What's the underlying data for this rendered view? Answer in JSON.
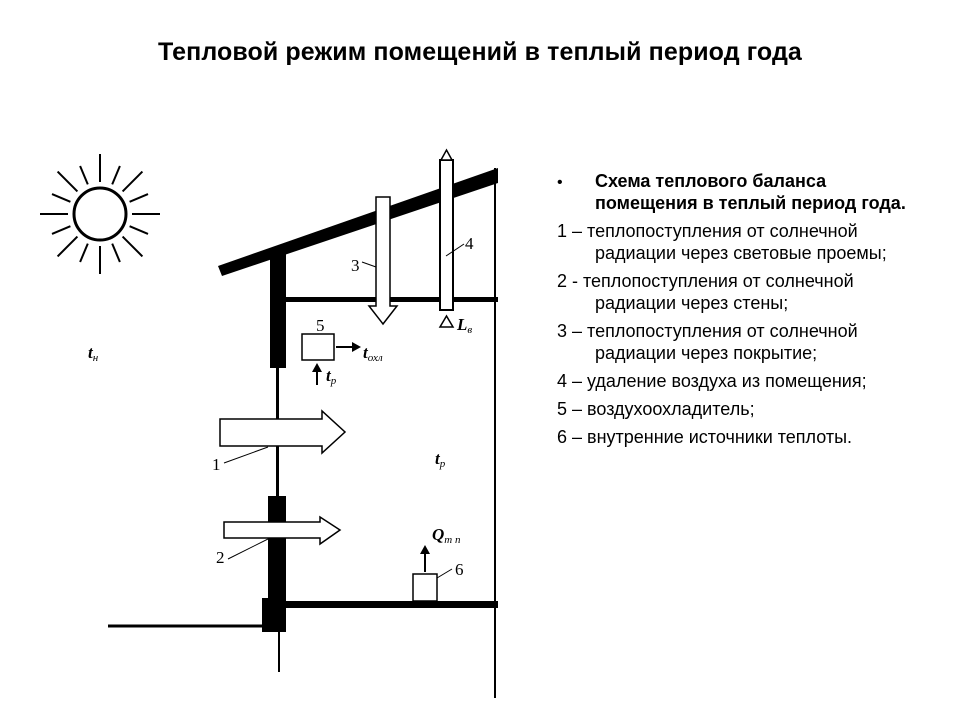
{
  "title": "Тепловой режим помещений в теплый период года",
  "diagram": {
    "labels": {
      "n1": "1",
      "n2": "2",
      "n3": "3",
      "n4": "4",
      "n5": "5",
      "n6": "6"
    },
    "vars": {
      "t_n_main": "t",
      "t_n_sub": "н",
      "t_r_main": "t",
      "t_r_sub": "р",
      "t_p5_main": "t",
      "t_p5_sub": "р",
      "t_ohl_main": "t",
      "t_ohl_sub": "охл",
      "L_main": "L",
      "L_sub": "в",
      "Q_main": "Q",
      "Q_sub": "т п"
    }
  },
  "legend": {
    "bullet": "•",
    "heading": "Схема теплового баланса помещения в теплый период года.",
    "items": [
      "1 – теплопоступления от солнечной радиации через световые проемы;",
      "2 - теплопоступления от солнечной радиации через стены;",
      "3 – теплопоступления от солнечной радиации через покрытие;",
      "4 – удаление воздуха из помещения;",
      "5 – воздухоохладитель;",
      "6 – внутренние источники теплоты."
    ]
  }
}
